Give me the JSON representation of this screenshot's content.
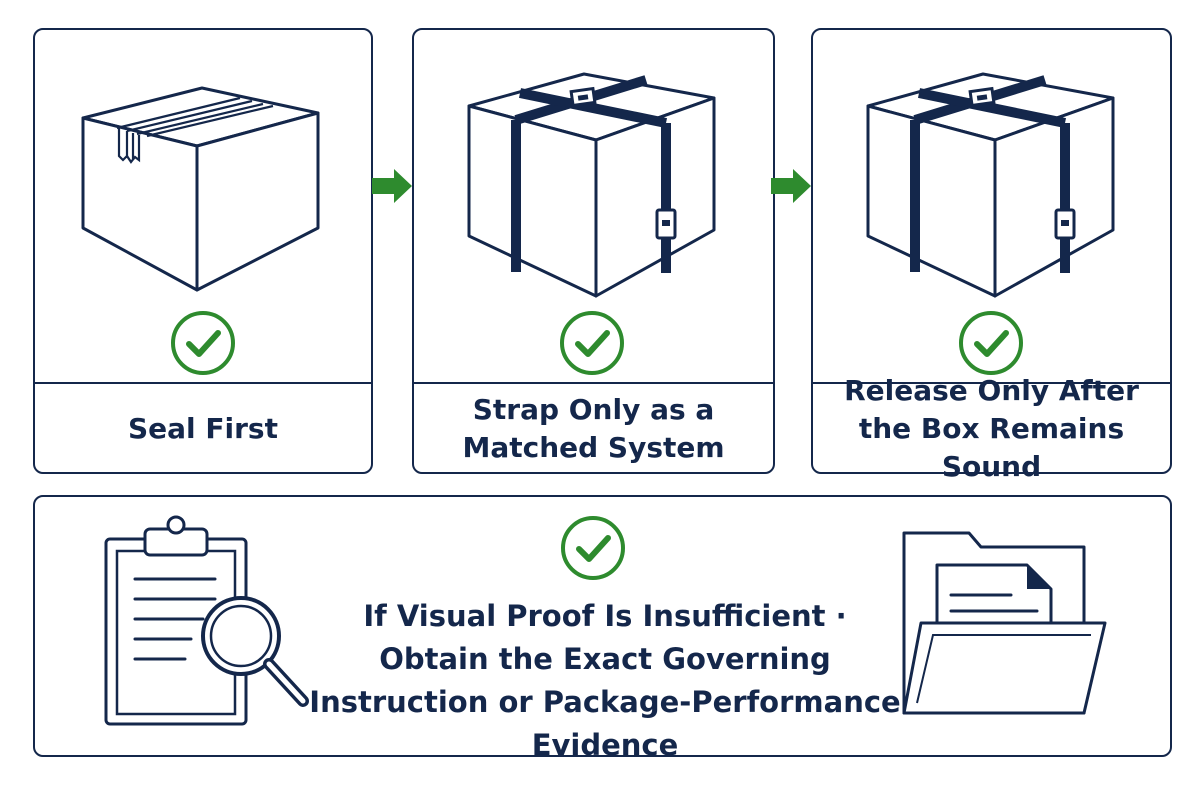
{
  "colors": {
    "navy": "#14274b",
    "green": "#2e8b2e",
    "white": "#ffffff"
  },
  "steps": [
    {
      "label": "Seal First",
      "icon": "taped-box-icon",
      "status_icon": "check-circle-icon"
    },
    {
      "label": "Strap Only as a Matched System",
      "icon": "strapped-box-icon",
      "status_icon": "check-circle-icon"
    },
    {
      "label": "Release Only After the Box Remains Sound",
      "icon": "strapped-box-icon",
      "status_icon": "check-circle-icon"
    }
  ],
  "connectors": [
    "arrow-right-icon",
    "arrow-right-icon"
  ],
  "fallback": {
    "text": "If Visual Proof Is Insufficient · Obtain the Exact Governing Instruction or Package-Performance Evidence",
    "status_icon": "check-circle-icon",
    "left_icon": "clipboard-magnifier-icon",
    "right_icon": "folder-document-icon"
  }
}
